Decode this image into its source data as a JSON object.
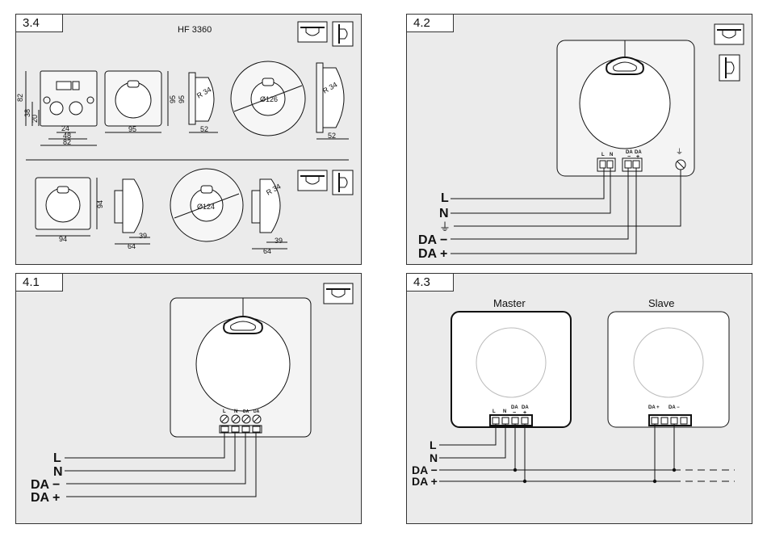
{
  "panels": {
    "p34": {
      "number": "3.4",
      "model": "HF 3360",
      "dims": {
        "h82": "82",
        "h38": "38",
        "h20": "20",
        "w24": "24",
        "w48": "48",
        "w82": "82",
        "w95a": "95",
        "h95a": "95",
        "h95b": "95",
        "r34a": "R 34",
        "w52a": "52",
        "d126": "Ø126",
        "r34b": "R 34",
        "w52b": "52",
        "h94": "94",
        "w94": "94",
        "w39a": "39",
        "w64a": "64",
        "d124": "Ø124",
        "r34c": "R 34",
        "w39b": "39",
        "w64b": "64"
      }
    },
    "p42": {
      "number": "4.2",
      "terminal_labels": [
        "L",
        "N",
        "DA",
        "DA",
        "−",
        "+"
      ],
      "wires": [
        "L",
        "N",
        "⏚",
        "DA −",
        "DA +"
      ]
    },
    "p41": {
      "number": "4.1",
      "terminal_labels": [
        "L",
        "N",
        "DA",
        "DA"
      ],
      "wires": [
        "L",
        "N",
        "DA −",
        "DA +"
      ]
    },
    "p43": {
      "number": "4.3",
      "master": "Master",
      "slave": "Slave",
      "master_terminals": [
        "L",
        "N",
        "DA",
        "DA",
        "−",
        "+"
      ],
      "slave_terminals": [
        "DA +",
        "DA −"
      ],
      "wires": [
        "L",
        "N",
        "DA −",
        "DA +"
      ]
    }
  }
}
